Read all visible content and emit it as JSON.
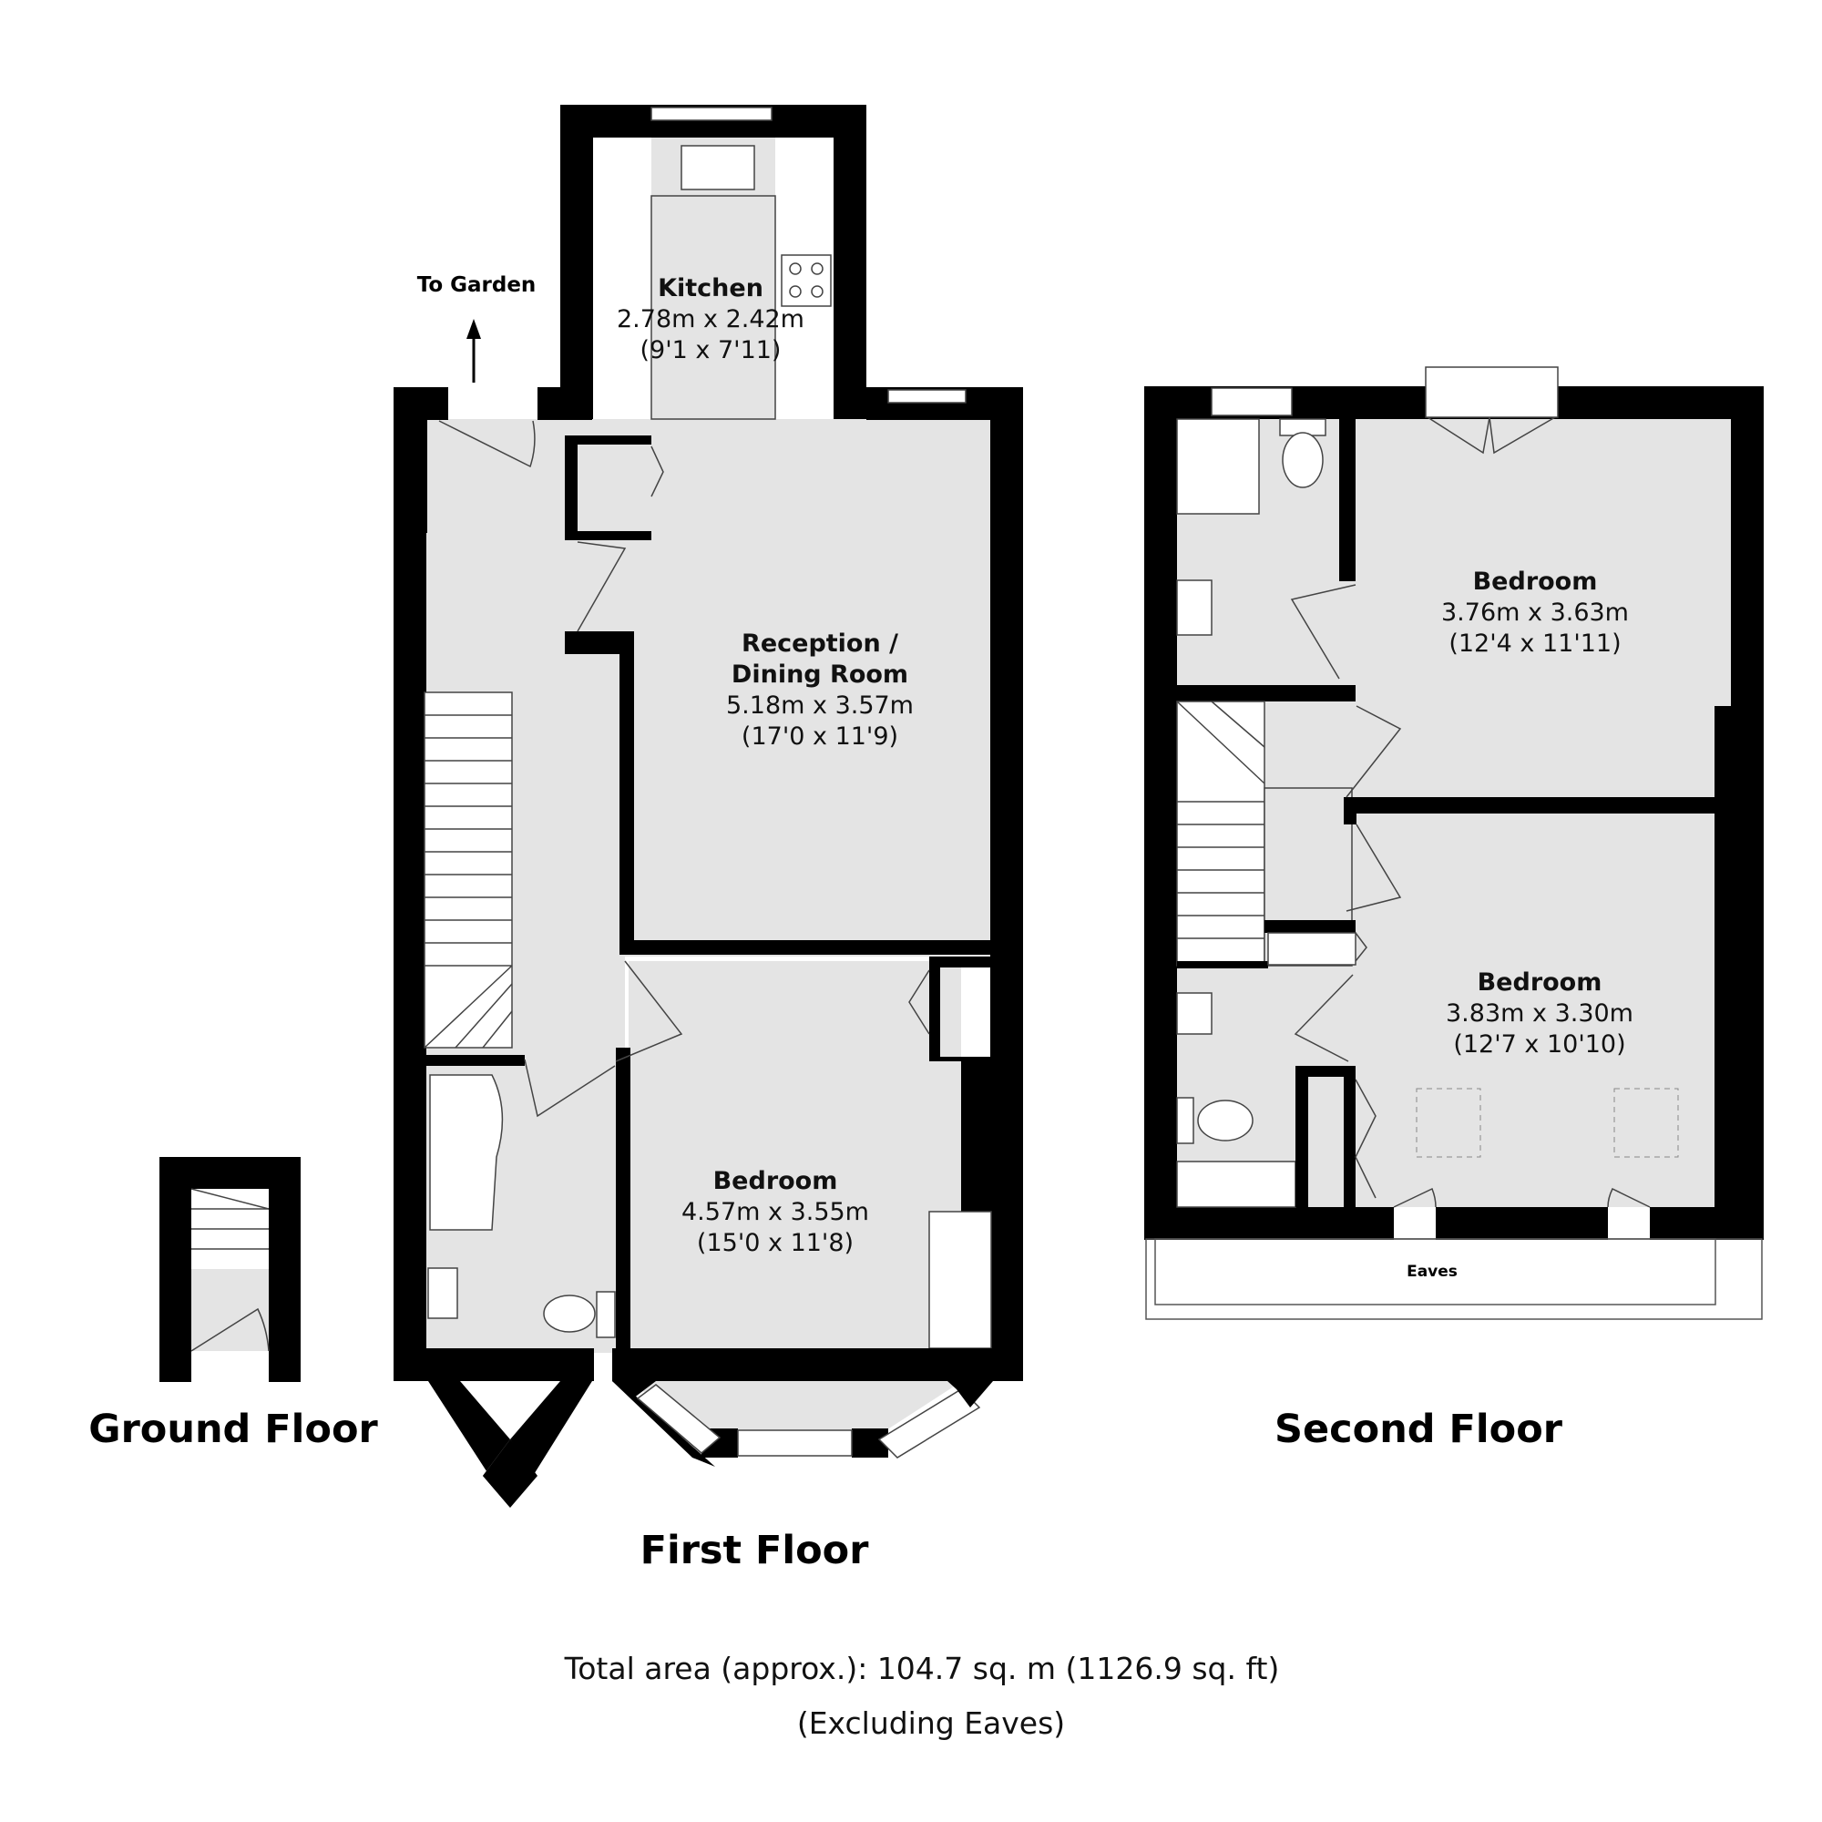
{
  "annotations": {
    "to_garden": "To Garden",
    "eaves": "Eaves"
  },
  "floors": {
    "ground": {
      "title": "Ground Floor"
    },
    "first": {
      "title": "First Floor",
      "rooms": [
        {
          "name": "Kitchen",
          "metric": "2.78m x 2.42m",
          "imperial": "(9'1 x 7'11)"
        },
        {
          "name_line1": "Reception /",
          "name_line2": "Dining Room",
          "metric": "5.18m x 3.57m",
          "imperial": "(17'0 x 11'9)"
        },
        {
          "name": "Bedroom",
          "metric": "4.57m x 3.55m",
          "imperial": "(15'0 x 11'8)"
        }
      ]
    },
    "second": {
      "title": "Second Floor",
      "rooms": [
        {
          "name": "Bedroom",
          "metric": "3.76m x 3.63m",
          "imperial": "(12'4 x 11'11)"
        },
        {
          "name": "Bedroom",
          "metric": "3.83m x 3.30m",
          "imperial": "(12'7 x 10'10)"
        }
      ]
    }
  },
  "footer": {
    "total_area": "Total area (approx.): 104.7 sq. m (1126.9 sq. ft)",
    "note": "(Excluding Eaves)"
  },
  "colors": {
    "wall": "#000000",
    "floor_fill": "#e4e4e4",
    "background": "#ffffff"
  }
}
